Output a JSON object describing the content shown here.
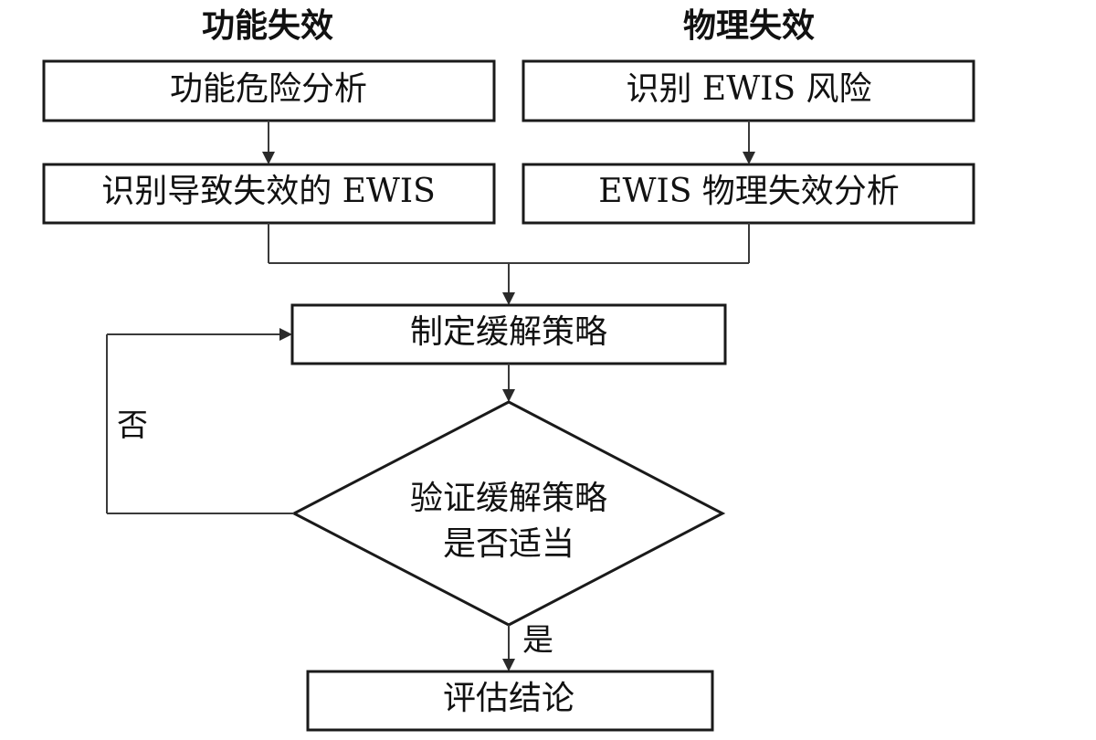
{
  "headings": {
    "left": "功能失效",
    "right": "物理失效"
  },
  "nodes": {
    "functional_hazard_analysis": "功能危险分析",
    "identify_failure_ewis": "识别导致失效的 EWIS",
    "identify_ewis_risk": "识别 EWIS 风险",
    "ewis_physical_failure_analysis": "EWIS 物理失效分析",
    "develop_mitigation": "制定缓解策略",
    "verify_mitigation_line1": "验证缓解策略",
    "verify_mitigation_line2": "是否适当",
    "evaluate_conclusion": "评估结论"
  },
  "branches": {
    "no": "否",
    "yes": "是"
  }
}
